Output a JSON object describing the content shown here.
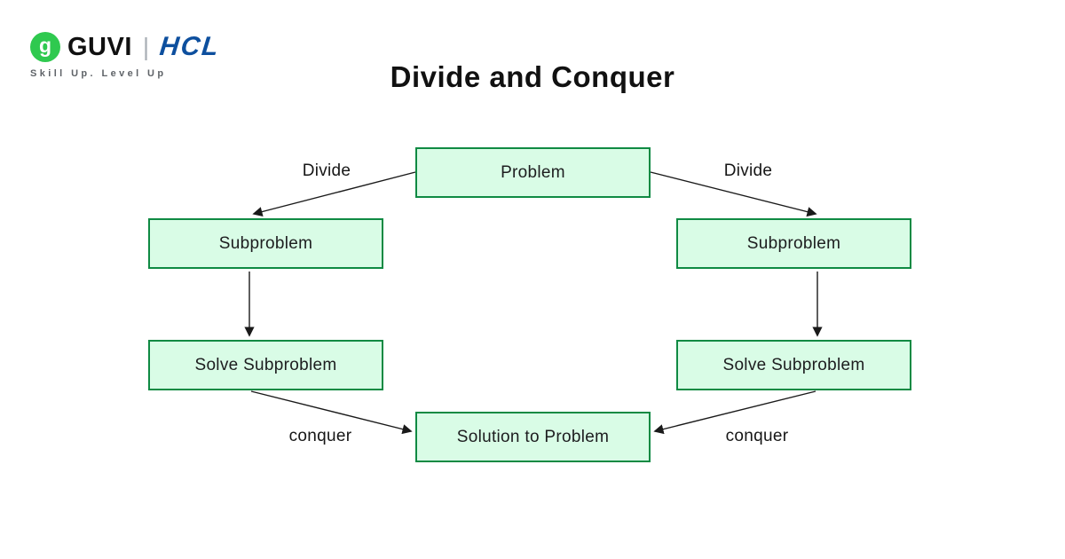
{
  "header": {
    "logo": {
      "brand": "GUVI",
      "separator": "|",
      "partner": "HCL",
      "tagline": "Skill Up. Level Up",
      "icon_glyph": "g"
    },
    "title": "Divide and Conquer"
  },
  "colors": {
    "node_fill": "#d9fce6",
    "node_border": "#0f8a43",
    "arrow": "#1a1a1a",
    "title": "#111111",
    "brand": "#101010",
    "partner": "#0d4f9e",
    "icon_bg": "#2fc94f",
    "tagline": "#5f6368"
  },
  "diagram": {
    "type": "flowchart",
    "nodes": [
      {
        "id": "problem",
        "label": "Problem"
      },
      {
        "id": "subproblem-left",
        "label": "Subproblem"
      },
      {
        "id": "subproblem-right",
        "label": "Subproblem"
      },
      {
        "id": "solve-subproblem-left",
        "label": "Solve Subproblem"
      },
      {
        "id": "solve-subproblem-right",
        "label": "Solve Subproblem"
      },
      {
        "id": "solution",
        "label": "Solution to Problem"
      }
    ],
    "edge_labels": {
      "divide_left": "Divide",
      "divide_right": "Divide",
      "conquer_left": "conquer",
      "conquer_right": "conquer"
    },
    "edges": [
      {
        "from": "problem",
        "to": "subproblem-left",
        "label": "Divide"
      },
      {
        "from": "problem",
        "to": "subproblem-right",
        "label": "Divide"
      },
      {
        "from": "subproblem-left",
        "to": "solve-subproblem-left",
        "label": ""
      },
      {
        "from": "subproblem-right",
        "to": "solve-subproblem-right",
        "label": ""
      },
      {
        "from": "solve-subproblem-left",
        "to": "solution",
        "label": "conquer"
      },
      {
        "from": "solve-subproblem-right",
        "to": "solution",
        "label": "conquer"
      }
    ]
  }
}
